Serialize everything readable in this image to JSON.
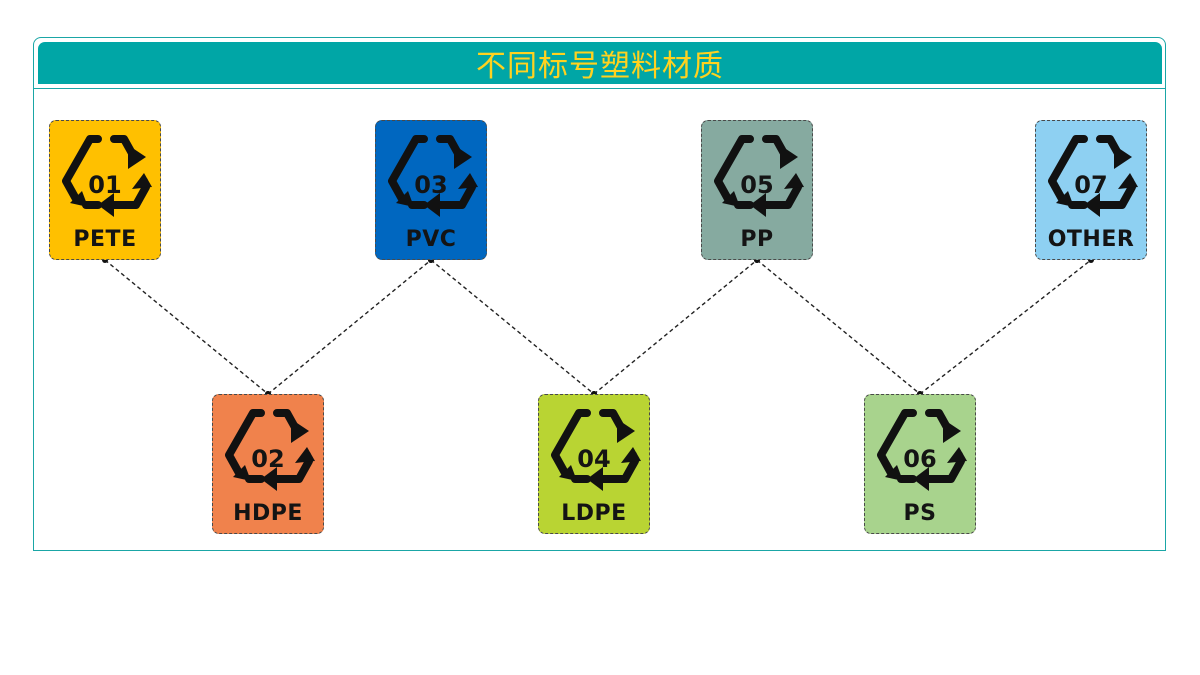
{
  "title": "不同标号塑料材质",
  "cards": [
    {
      "id": "c01",
      "number": "01",
      "code": "PETE",
      "color": "#ffc000"
    },
    {
      "id": "c02",
      "number": "02",
      "code": "HDPE",
      "color": "#f0824c"
    },
    {
      "id": "c03",
      "number": "03",
      "code": "PVC",
      "color": "#0067c0"
    },
    {
      "id": "c04",
      "number": "04",
      "code": "LDPE",
      "color": "#b9d433"
    },
    {
      "id": "c05",
      "number": "05",
      "code": "PP",
      "color": "#86aaa0"
    },
    {
      "id": "c06",
      "number": "06",
      "code": "PS",
      "color": "#a8d38d"
    },
    {
      "id": "c07",
      "number": "07",
      "code": "OTHER",
      "color": "#8ed0f2"
    }
  ],
  "connections": [
    [
      "c01",
      "c02"
    ],
    [
      "c02",
      "c03"
    ],
    [
      "c03",
      "c04"
    ],
    [
      "c04",
      "c05"
    ],
    [
      "c05",
      "c06"
    ],
    [
      "c06",
      "c07"
    ]
  ],
  "icons": {
    "recycle": "recycle-triangle-icon"
  }
}
